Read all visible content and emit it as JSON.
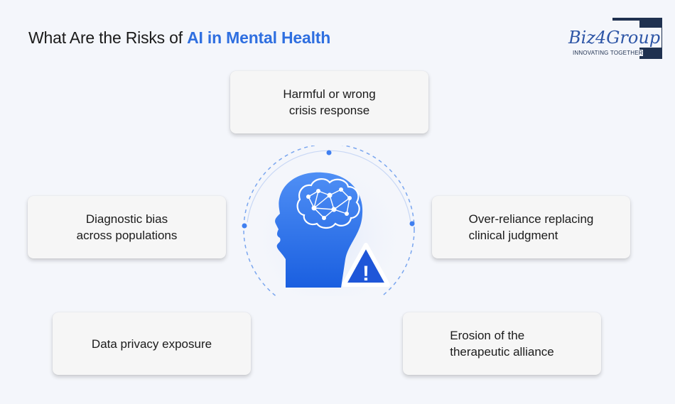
{
  "title": {
    "prefix": "What Are the Risks of ",
    "highlight": "AI in Mental Health"
  },
  "logo": {
    "brand": "Biz4Group",
    "tagline": "INNOVATING TOGETHER"
  },
  "colors": {
    "accent": "#2f6fe0",
    "head_gradient_top": "#4f8ff5",
    "head_gradient_bottom": "#1a5fe0",
    "dots": "#3f7ff0"
  },
  "risks": [
    {
      "line1": "Harmful or wrong",
      "line2": "crisis response"
    },
    {
      "line1": "Diagnostic bias",
      "line2": "across populations"
    },
    {
      "line1": "Over-reliance replacing",
      "line2": "clinical judgment"
    },
    {
      "line1": "Data privacy exposure",
      "line2": ""
    },
    {
      "line1": "Erosion of the",
      "line2": "therapeutic alliance"
    }
  ],
  "center_icons": [
    "head-profile-icon",
    "brain-network-icon",
    "warning-triangle-icon"
  ],
  "warning_symbol": "!"
}
